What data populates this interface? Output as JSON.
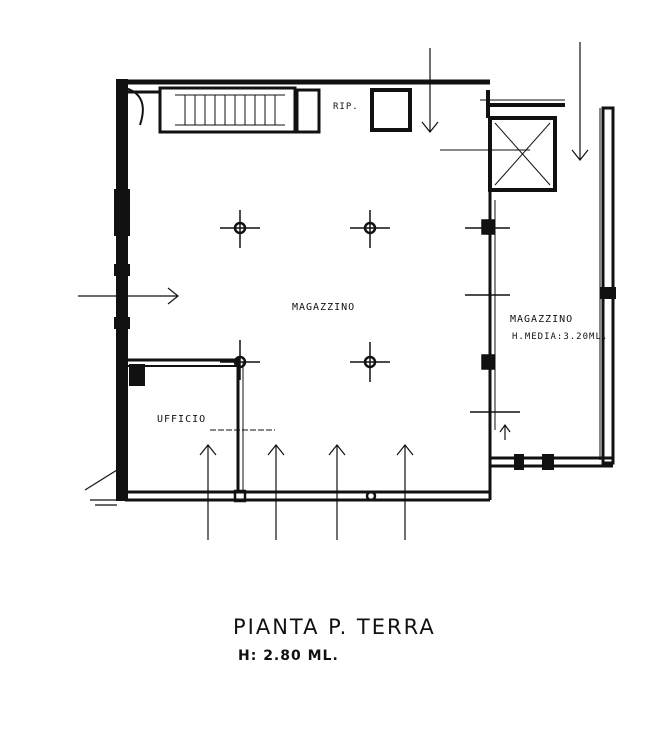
{
  "plan": {
    "rooms": {
      "main_storage": "MAGAZZINO",
      "side_storage": "MAGAZZINO",
      "side_storage_height": "H.MEDIA:3.20ML.",
      "office": "UFFICIO",
      "storeroom": "RIP."
    },
    "title": "PIANTA P. TERRA",
    "height_note": "H: 2.80 ML."
  }
}
